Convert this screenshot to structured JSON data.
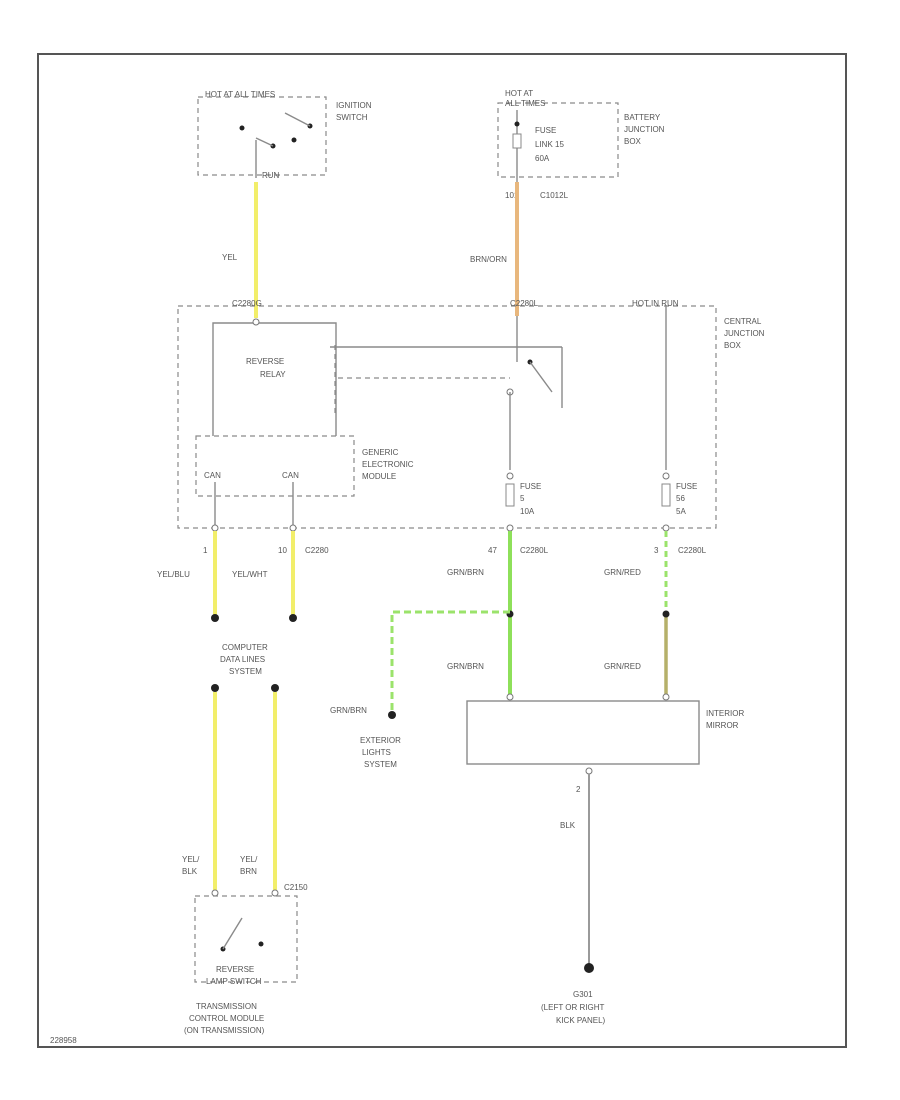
{
  "labels": {
    "hot_in_run": "HOT AT ALL TIMES",
    "ignition_switch": [
      "IGNITION",
      "SWITCH"
    ],
    "ign_pin": "RUN",
    "hot_at_all_times": [
      "HOT AT",
      "ALL TIMES"
    ],
    "battery_jb": [
      "BATTERY",
      "JUNCTION",
      "BOX"
    ],
    "fuse_link": [
      "FUSE",
      "LINK 15",
      "60A"
    ],
    "bjb_pin": "101",
    "bjb_conn": "C1012L",
    "wire_yel": "YEL",
    "wire_brnorn": "BRN/ORN",
    "cjb_conn_left": "C2280G",
    "cjb_conn_mid": "C2280L",
    "cjb_hot_in_run": "HOT IN RUN",
    "central_jb": [
      "CENTRAL",
      "JUNCTION",
      "BOX"
    ],
    "reverse_relay": [
      "REVERSE",
      "RELAY"
    ],
    "gem": [
      "GENERIC",
      "ELECTRONIC",
      "MODULE"
    ],
    "can_left": "CAN",
    "can_right": "CAN",
    "fuse_mid": [
      "FUSE",
      "5",
      "10A"
    ],
    "fuse_right": [
      "FUSE",
      "56",
      "5A"
    ],
    "pin_left": "1",
    "pin_mid": "10",
    "pin_mid_conn": "C2280",
    "pin_fuse_mid": "47",
    "pin_fuse_mid_conn": "C2280L",
    "pin_fuse_right": "3",
    "pin_fuse_right_conn": "C2280L",
    "wire_yelblu": "YEL/BLU",
    "wire_yelwht": "YEL/WHT",
    "wire_grnbrn_1": "GRN/BRN",
    "wire_grnred_1": "GRN/RED",
    "computer_data": [
      "COMPUTER",
      "DATA LINES",
      "SYSTEM"
    ],
    "wire_grnbrn_2": "GRN/BRN",
    "wire_grnred_2": "GRN/RED",
    "wire_grnbrn_3": "GRN/BRN",
    "exterior_lights": [
      "EXTERIOR",
      "LIGHTS",
      "SYSTEM"
    ],
    "interior_mirror": [
      "INTERIOR",
      "MIRROR"
    ],
    "mirror_pin": "2",
    "wire_blk": "BLK",
    "wire_yelblk": [
      "YEL/",
      "BLK"
    ],
    "wire_yelbrn": [
      "YEL/",
      "BRN"
    ],
    "tcm_conn": "C2150",
    "reverse_lamp_switch": [
      "REVERSE",
      "LAMP SWITCH"
    ],
    "tcm": [
      "TRANSMISSION",
      "CONTROL MODULE",
      "(ON TRANSMISSION)"
    ],
    "ground": [
      "G301",
      "(LEFT OR RIGHT",
      "KICK PANEL)"
    ],
    "figure_id": "228958"
  },
  "colors": {
    "yellow": "#f2ee6a",
    "orange": "#e8b77d",
    "green": "#8ee05a",
    "green_dash": "#9be36b",
    "olive": "#b5b06a",
    "frame": "#555555"
  }
}
